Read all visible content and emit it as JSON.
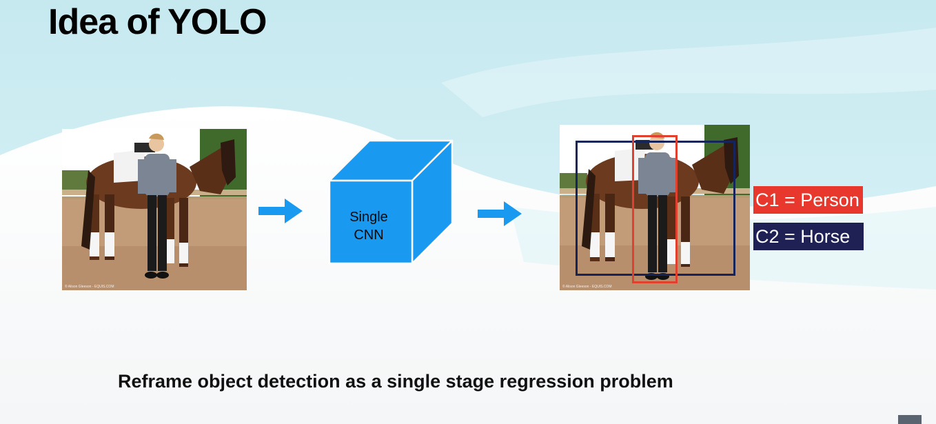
{
  "slide": {
    "title": "Idea of YOLO",
    "subtitle": "Reframe object detection as a single stage regression problem"
  },
  "input_image": {
    "content": "photo-horse-and-woman",
    "credit": "© Alison Gleeson - EQUIS.COM"
  },
  "cnn_block": {
    "line1": "Single",
    "line2": "CNN",
    "color": "#1a99f0"
  },
  "arrows": {
    "color": "#1a99f0"
  },
  "output_image": {
    "content": "photo-horse-and-woman",
    "credit": "© Alison Gleeson - EQUIS.COM",
    "boxes": [
      {
        "class": "C1",
        "label": "Person",
        "color": "#e0412e"
      },
      {
        "class": "C2",
        "label": "Horse",
        "color": "#16245c"
      }
    ]
  },
  "class_labels": {
    "person": "C1 = Person",
    "horse": "C2 = Horse",
    "person_color": "#e8382e",
    "horse_color": "#1f2155"
  },
  "colors": {
    "background_top": "#bfe6ec",
    "background_bottom": "#ffffff",
    "accent_blue": "#1a99f0"
  }
}
